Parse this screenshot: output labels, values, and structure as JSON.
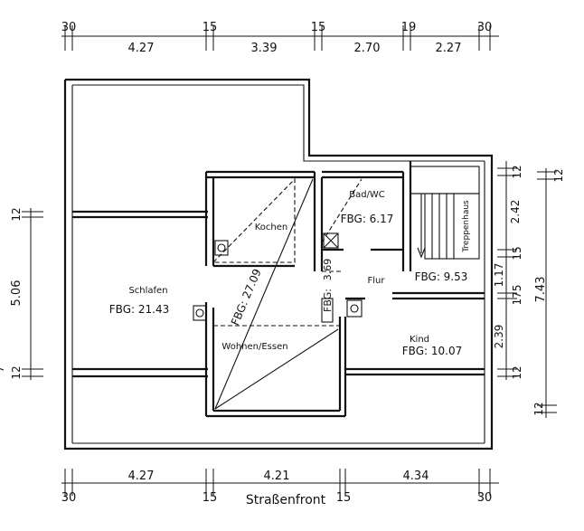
{
  "dimensions": {
    "top": [
      "30",
      "4.27",
      "15",
      "3.39",
      "15",
      "2.70",
      "19",
      "2.27",
      "30"
    ],
    "bottom": [
      "4.27",
      "4.21",
      "4.34",
      "30",
      "15",
      "15",
      "30"
    ],
    "left": [
      "12",
      "5.06",
      "12",
      "7"
    ],
    "right_inner": [
      "12",
      "2.42",
      "15",
      "1.17",
      "175",
      "2.39",
      "12"
    ],
    "right_outer": [
      "12",
      "7.43",
      "12"
    ],
    "stair_mid": "3.69"
  },
  "rooms": {
    "schlafen": {
      "name": "Schlafen",
      "area": "FBG: 21.43"
    },
    "kochen": {
      "name": "Kochen"
    },
    "bad": {
      "name": "Bad/WC",
      "area": "FBG: 6.17"
    },
    "treppenhaus": {
      "name": "Treppenhaus"
    },
    "flur": {
      "name": "Flur",
      "area": "FBG: 9.53"
    },
    "wohnen": {
      "name": "Wohnen/Essen",
      "area": "FBG: 27.09"
    },
    "kind": {
      "name": "Kind",
      "area": "FBG: 10.07"
    },
    "small": {
      "area": "FBG:"
    }
  },
  "street": "Straßenfront"
}
